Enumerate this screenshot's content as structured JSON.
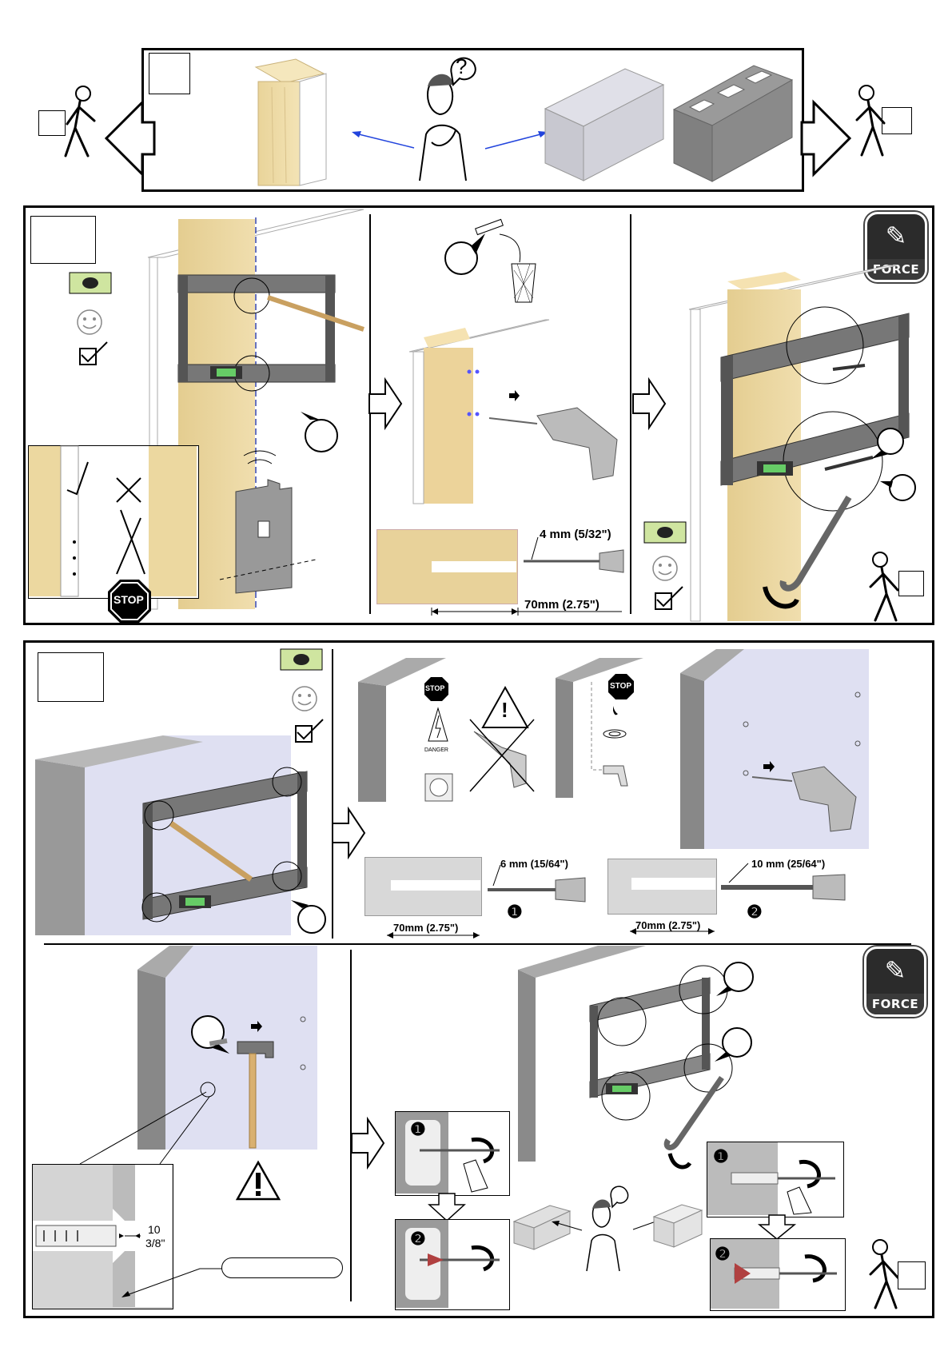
{
  "wall_types_panel": {
    "wood_stud": "wood-stud",
    "question_mark": "?",
    "concrete": "concrete-block",
    "hollow_block": "hollow-block"
  },
  "wood_section": {
    "drill_bit_label": "4 mm (5/32\")",
    "drill_depth_label": "70mm (2.75\")",
    "stop_sign": "STOP",
    "force_label": "FORCE"
  },
  "concrete_section": {
    "stop_sign_1": "STOP",
    "danger_label": "DANGER",
    "stop_sign_2": "STOP",
    "bit1_label": "6 mm (15/64\")",
    "bit1_depth": "70mm (2.75\")",
    "bit1_marker": "❶",
    "bit2_label": "10 mm (25/64\")",
    "bit2_depth": "70mm (2.75\")",
    "bit2_marker": "❷",
    "recess_label_1": "10",
    "recess_label_2": "3/8\"",
    "force_label": "FORCE",
    "step1_marker": "❶",
    "step2_marker": "❷",
    "step1b_marker": "❶",
    "step2b_marker": "❷",
    "warning_mark": "!"
  }
}
